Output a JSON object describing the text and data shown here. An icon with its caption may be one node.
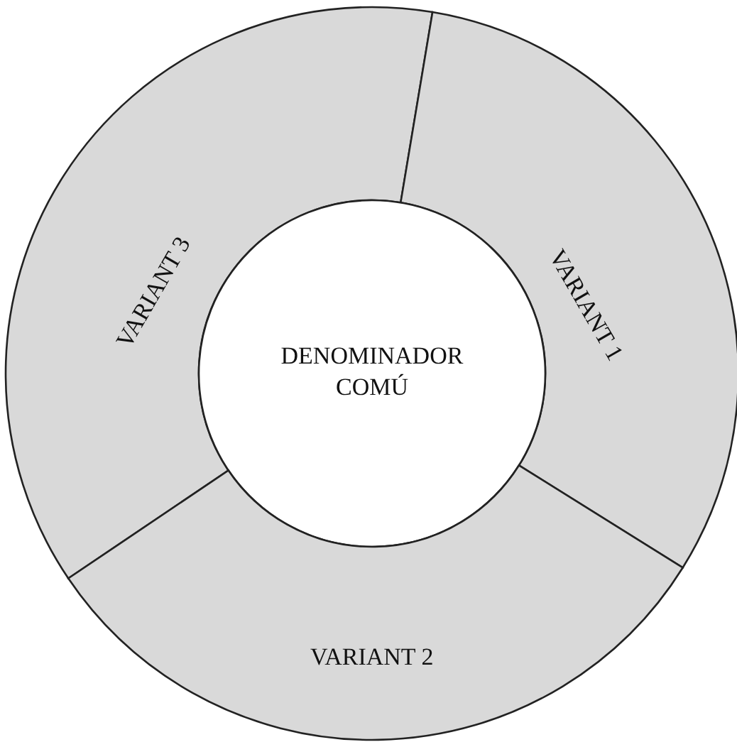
{
  "diagram": {
    "nodes": [
      {
        "text": [
          "VARIANT 3"
        ]
      },
      {
        "text": [
          "VARIANT 1"
        ]
      },
      {
        "text": [
          "DENOMINADOR COMÚ"
        ]
      },
      {
        "text": [
          "VARIANT 2"
        ]
      }
    ]
  }
}
